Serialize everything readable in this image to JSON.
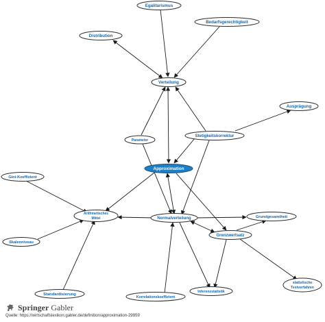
{
  "colors": {
    "label": "#1565a7",
    "node_border": "#2b2b2b",
    "central_fill": "#1f7fc4",
    "central_text": "#ffffff",
    "edge": "#1a1a1a"
  },
  "nodes": {
    "egalitarismus": "Egalitarismus",
    "bedarfsgerechtigkeit": "Bedarfsgerechtigkeit",
    "distribution": "Distribution",
    "verteilung": "Verteilung",
    "auspraegung": "Ausprägung",
    "parameter": "Parameter",
    "stetigkeitskorrektur": "Stetigkeitskorrektur",
    "approximation": "Approximation",
    "gini_koeffizient": "Gini-Koeffizient",
    "arithmetisches_mittel_line1": "Arithmetisches",
    "arithmetisches_mittel_line2": "Mittel",
    "normalverteilung": "Normalverteilung",
    "grundgesamtheit": "Grundgesamtheit",
    "skalenniveau": "Skalenniveau",
    "grenzwertsatz": "Grenzwertsatz",
    "standardisierung": "Standardisierung",
    "korrelationskoeffizient": "Korrelationskoeffizient",
    "inferenzstatistik": "Inferenzstatistik",
    "statistische_testverfahren_line1": "statistische",
    "statistische_testverfahren_line2": "Testverfahren"
  },
  "footer": {
    "logo_word1": "Springer",
    "logo_word2": "Gabler",
    "source": "Quelle: https://wirtschaftslexikon.gabler.de/definition/approximation-29959"
  }
}
